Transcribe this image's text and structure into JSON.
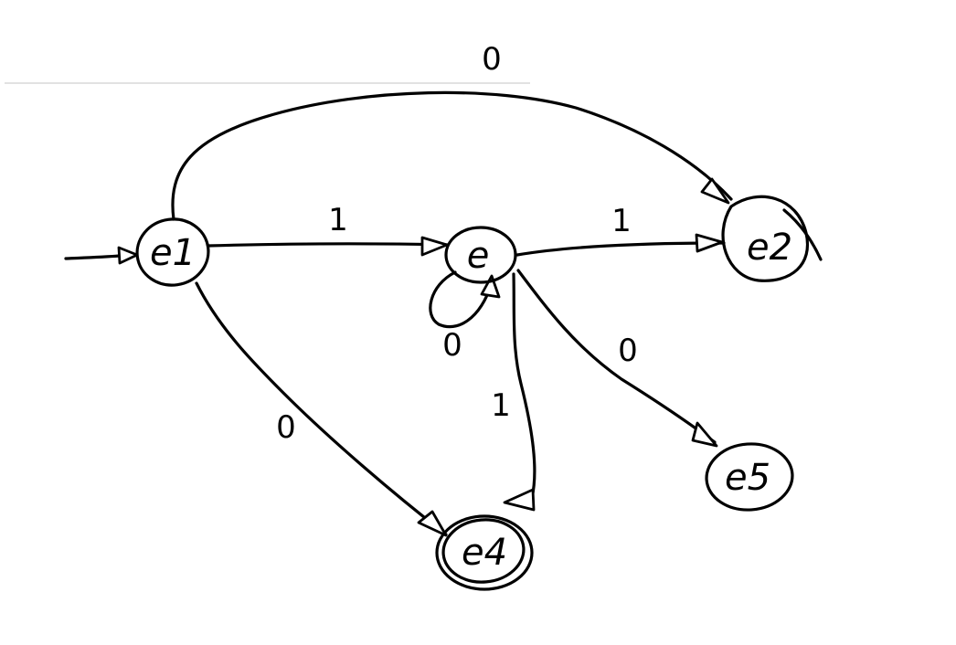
{
  "diagram": {
    "type": "state-transition-diagram",
    "states": [
      {
        "id": "e1",
        "label": "e1",
        "start": true
      },
      {
        "id": "e",
        "label": "e"
      },
      {
        "id": "e2",
        "label": "e2"
      },
      {
        "id": "e4",
        "label": "e4",
        "accepting": true
      },
      {
        "id": "e5",
        "label": "e5"
      }
    ],
    "transitions": [
      {
        "from": "e1",
        "to": "e2",
        "label": "0"
      },
      {
        "from": "e1",
        "to": "e",
        "label": "1"
      },
      {
        "from": "e",
        "to": "e2",
        "label": "1"
      },
      {
        "from": "e",
        "to": "e",
        "label": "0"
      },
      {
        "from": "e",
        "to": "e5",
        "label": "0"
      },
      {
        "from": "e",
        "to": "e4",
        "label": "1"
      },
      {
        "from": "e1",
        "to": "e4",
        "label": "0"
      }
    ]
  }
}
